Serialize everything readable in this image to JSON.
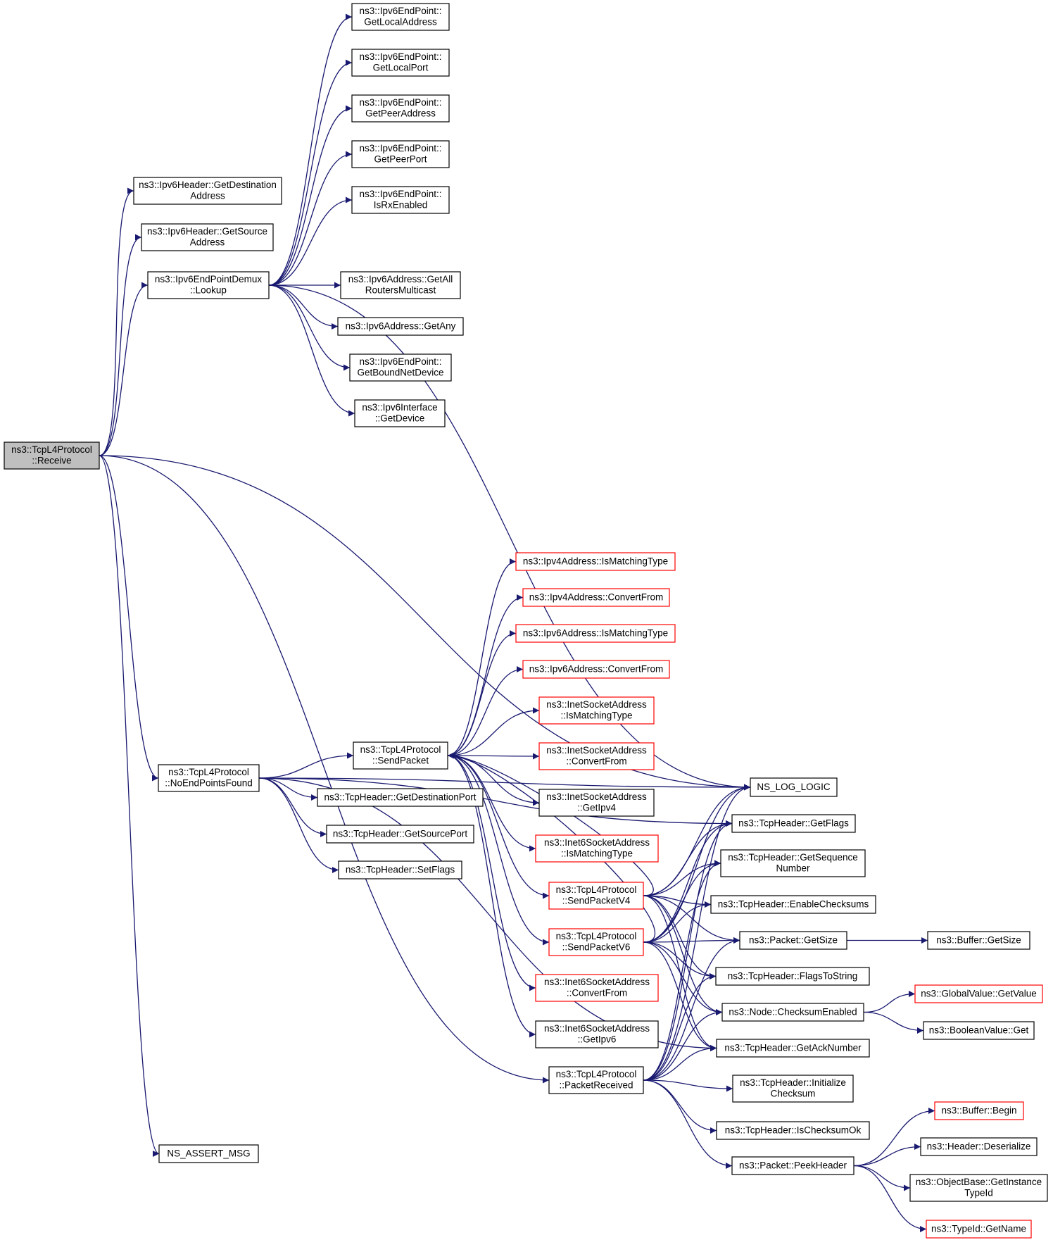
{
  "colors": {
    "edge": "#191970",
    "box_border_default": "#000000",
    "box_border_truncated": "#ff0000",
    "root_fill": "#bfbfbf",
    "box_fill": "#ffffff"
  },
  "nodes": [
    {
      "id": "root",
      "lines": [
        "ns3::TcpL4Protocol",
        "::Receive"
      ],
      "style": "root"
    },
    {
      "id": "v6hdr_dst",
      "lines": [
        "ns3::Ipv6Header::GetDestination",
        "Address"
      ],
      "style": "normal"
    },
    {
      "id": "v6hdr_src",
      "lines": [
        "ns3::Ipv6Header::GetSource",
        "Address"
      ],
      "style": "normal"
    },
    {
      "id": "demux_lookup",
      "lines": [
        "ns3::Ipv6EndPointDemux",
        "::Lookup"
      ],
      "style": "normal"
    },
    {
      "id": "ep_localaddr",
      "lines": [
        "ns3::Ipv6EndPoint::",
        "GetLocalAddress"
      ],
      "style": "normal"
    },
    {
      "id": "ep_localport",
      "lines": [
        "ns3::Ipv6EndPoint::",
        "GetLocalPort"
      ],
      "style": "normal"
    },
    {
      "id": "ep_peeraddr",
      "lines": [
        "ns3::Ipv6EndPoint::",
        "GetPeerAddress"
      ],
      "style": "normal"
    },
    {
      "id": "ep_peerport",
      "lines": [
        "ns3::Ipv6EndPoint::",
        "GetPeerPort"
      ],
      "style": "normal"
    },
    {
      "id": "ep_rxenabled",
      "lines": [
        "ns3::Ipv6EndPoint::",
        "IsRxEnabled"
      ],
      "style": "normal"
    },
    {
      "id": "v6addr_allrouters",
      "lines": [
        "ns3::Ipv6Address::GetAll",
        "RoutersMulticast"
      ],
      "style": "normal"
    },
    {
      "id": "v6addr_any",
      "lines": [
        "ns3::Ipv6Address::GetAny"
      ],
      "style": "normal"
    },
    {
      "id": "ep_boundnetdevice",
      "lines": [
        "ns3::Ipv6EndPoint::",
        "GetBoundNetDevice"
      ],
      "style": "normal"
    },
    {
      "id": "v6if_getdevice",
      "lines": [
        "ns3::Ipv6Interface",
        "::GetDevice"
      ],
      "style": "normal"
    },
    {
      "id": "ns_log_logic",
      "lines": [
        "NS_LOG_LOGIC"
      ],
      "style": "normal"
    },
    {
      "id": "noendpointsfound",
      "lines": [
        "ns3::TcpL4Protocol",
        "::NoEndPointsFound"
      ],
      "style": "normal"
    },
    {
      "id": "sendpacket",
      "lines": [
        "ns3::TcpL4Protocol",
        "::SendPacket"
      ],
      "style": "normal"
    },
    {
      "id": "tcphdr_dstport",
      "lines": [
        "ns3::TcpHeader::GetDestinationPort"
      ],
      "style": "normal"
    },
    {
      "id": "tcphdr_srcport",
      "lines": [
        "ns3::TcpHeader::GetSourcePort"
      ],
      "style": "normal"
    },
    {
      "id": "tcphdr_setflags",
      "lines": [
        "ns3::TcpHeader::SetFlags"
      ],
      "style": "normal"
    },
    {
      "id": "v4addr_ismatching",
      "lines": [
        "ns3::Ipv4Address::IsMatchingType"
      ],
      "style": "truncated"
    },
    {
      "id": "v4addr_convert",
      "lines": [
        "ns3::Ipv4Address::ConvertFrom"
      ],
      "style": "truncated"
    },
    {
      "id": "v6addr_ismatching",
      "lines": [
        "ns3::Ipv6Address::IsMatchingType"
      ],
      "style": "truncated"
    },
    {
      "id": "v6addr_convert",
      "lines": [
        "ns3::Ipv6Address::ConvertFrom"
      ],
      "style": "truncated"
    },
    {
      "id": "inetsock_ismatching",
      "lines": [
        "ns3::InetSocketAddress",
        "::IsMatchingType"
      ],
      "style": "truncated"
    },
    {
      "id": "inetsock_convert",
      "lines": [
        "ns3::InetSocketAddress",
        "::ConvertFrom"
      ],
      "style": "truncated"
    },
    {
      "id": "inetsock_getipv4",
      "lines": [
        "ns3::InetSocketAddress",
        "::GetIpv4"
      ],
      "style": "normal"
    },
    {
      "id": "inet6sock_ismatching",
      "lines": [
        "ns3::Inet6SocketAddress",
        "::IsMatchingType"
      ],
      "style": "truncated"
    },
    {
      "id": "sendpacketv4",
      "lines": [
        "ns3::TcpL4Protocol",
        "::SendPacketV4"
      ],
      "style": "truncated"
    },
    {
      "id": "sendpacketv6",
      "lines": [
        "ns3::TcpL4Protocol",
        "::SendPacketV6"
      ],
      "style": "truncated"
    },
    {
      "id": "inet6sock_convert",
      "lines": [
        "ns3::Inet6SocketAddress",
        "::ConvertFrom"
      ],
      "style": "truncated"
    },
    {
      "id": "inet6sock_getipv6",
      "lines": [
        "ns3::Inet6SocketAddress",
        "::GetIpv6"
      ],
      "style": "normal"
    },
    {
      "id": "packetreceived",
      "lines": [
        "ns3::TcpL4Protocol",
        "::PacketReceived"
      ],
      "style": "normal"
    },
    {
      "id": "ns_assert_msg",
      "lines": [
        "NS_ASSERT_MSG"
      ],
      "style": "normal"
    },
    {
      "id": "tcphdr_getflags",
      "lines": [
        "ns3::TcpHeader::GetFlags"
      ],
      "style": "normal"
    },
    {
      "id": "tcphdr_getseq",
      "lines": [
        "ns3::TcpHeader::GetSequence",
        "Number"
      ],
      "style": "normal"
    },
    {
      "id": "tcphdr_enablechecksums",
      "lines": [
        "ns3::TcpHeader::EnableChecksums"
      ],
      "style": "normal"
    },
    {
      "id": "packet_getsize",
      "lines": [
        "ns3::Packet::GetSize"
      ],
      "style": "normal"
    },
    {
      "id": "buffer_getsize",
      "lines": [
        "ns3::Buffer::GetSize"
      ],
      "style": "normal"
    },
    {
      "id": "tcphdr_flagstostring",
      "lines": [
        "ns3::TcpHeader::FlagsToString"
      ],
      "style": "normal"
    },
    {
      "id": "node_checksumenabled",
      "lines": [
        "ns3::Node::ChecksumEnabled"
      ],
      "style": "normal"
    },
    {
      "id": "globalvalue_getvalue",
      "lines": [
        "ns3::GlobalValue::GetValue"
      ],
      "style": "truncated"
    },
    {
      "id": "booleanvalue_get",
      "lines": [
        "ns3::BooleanValue::Get"
      ],
      "style": "normal"
    },
    {
      "id": "tcphdr_getacknumber",
      "lines": [
        "ns3::TcpHeader::GetAckNumber"
      ],
      "style": "normal"
    },
    {
      "id": "tcphdr_initchecksum",
      "lines": [
        "ns3::TcpHeader::Initialize",
        "Checksum"
      ],
      "style": "normal"
    },
    {
      "id": "tcphdr_ischecksumok",
      "lines": [
        "ns3::TcpHeader::IsChecksumOk"
      ],
      "style": "normal"
    },
    {
      "id": "packet_peekheader",
      "lines": [
        "ns3::Packet::PeekHeader"
      ],
      "style": "normal"
    },
    {
      "id": "buffer_begin",
      "lines": [
        "ns3::Buffer::Begin"
      ],
      "style": "truncated"
    },
    {
      "id": "header_deserialize",
      "lines": [
        "ns3::Header::Deserialize"
      ],
      "style": "normal"
    },
    {
      "id": "objectbase_getinstancetypeid",
      "lines": [
        "ns3::ObjectBase::GetInstance",
        "TypeId"
      ],
      "style": "normal"
    },
    {
      "id": "typeid_getname",
      "lines": [
        "ns3::TypeId::GetName"
      ],
      "style": "truncated"
    }
  ],
  "edges": [
    [
      "root",
      "v6hdr_dst"
    ],
    [
      "root",
      "v6hdr_src"
    ],
    [
      "root",
      "demux_lookup"
    ],
    [
      "root",
      "ns_log_logic"
    ],
    [
      "root",
      "noendpointsfound"
    ],
    [
      "root",
      "packetreceived"
    ],
    [
      "root",
      "ns_assert_msg"
    ],
    [
      "demux_lookup",
      "ep_localaddr"
    ],
    [
      "demux_lookup",
      "ep_localport"
    ],
    [
      "demux_lookup",
      "ep_peeraddr"
    ],
    [
      "demux_lookup",
      "ep_peerport"
    ],
    [
      "demux_lookup",
      "ep_rxenabled"
    ],
    [
      "demux_lookup",
      "v6addr_allrouters"
    ],
    [
      "demux_lookup",
      "v6addr_any"
    ],
    [
      "demux_lookup",
      "ep_boundnetdevice"
    ],
    [
      "demux_lookup",
      "v6if_getdevice"
    ],
    [
      "demux_lookup",
      "ns_log_logic"
    ],
    [
      "noendpointsfound",
      "sendpacket"
    ],
    [
      "noendpointsfound",
      "tcphdr_dstport"
    ],
    [
      "noendpointsfound",
      "tcphdr_srcport"
    ],
    [
      "noendpointsfound",
      "tcphdr_setflags"
    ],
    [
      "noendpointsfound",
      "ns_log_logic"
    ],
    [
      "noendpointsfound",
      "tcphdr_getflags"
    ],
    [
      "noendpointsfound",
      "tcphdr_getacknumber"
    ],
    [
      "sendpacket",
      "v4addr_ismatching"
    ],
    [
      "sendpacket",
      "v4addr_convert"
    ],
    [
      "sendpacket",
      "v6addr_ismatching"
    ],
    [
      "sendpacket",
      "v6addr_convert"
    ],
    [
      "sendpacket",
      "inetsock_ismatching"
    ],
    [
      "sendpacket",
      "inetsock_convert"
    ],
    [
      "sendpacket",
      "inetsock_getipv4"
    ],
    [
      "sendpacket",
      "inet6sock_ismatching"
    ],
    [
      "sendpacket",
      "sendpacketv4"
    ],
    [
      "sendpacket",
      "sendpacketv6"
    ],
    [
      "sendpacket",
      "inet6sock_convert"
    ],
    [
      "sendpacket",
      "inet6sock_getipv6"
    ],
    [
      "sendpacketv4",
      "ns_log_logic"
    ],
    [
      "sendpacketv4",
      "tcphdr_getflags"
    ],
    [
      "sendpacketv4",
      "tcphdr_getseq"
    ],
    [
      "sendpacketv4",
      "tcphdr_enablechecksums"
    ],
    [
      "sendpacketv4",
      "packet_getsize"
    ],
    [
      "sendpacketv4",
      "tcphdr_flagstostring"
    ],
    [
      "sendpacketv4",
      "node_checksumenabled"
    ],
    [
      "sendpacketv4",
      "tcphdr_getacknumber"
    ],
    [
      "sendpacketv4",
      "sendpacket"
    ],
    [
      "sendpacketv6",
      "ns_log_logic"
    ],
    [
      "sendpacketv6",
      "tcphdr_getflags"
    ],
    [
      "sendpacketv6",
      "tcphdr_getseq"
    ],
    [
      "sendpacketv6",
      "tcphdr_enablechecksums"
    ],
    [
      "sendpacketv6",
      "packet_getsize"
    ],
    [
      "sendpacketv6",
      "tcphdr_flagstostring"
    ],
    [
      "sendpacketv6",
      "node_checksumenabled"
    ],
    [
      "sendpacketv6",
      "tcphdr_getacknumber"
    ],
    [
      "sendpacketv6",
      "sendpacket"
    ],
    [
      "packetreceived",
      "ns_log_logic"
    ],
    [
      "packetreceived",
      "tcphdr_getflags"
    ],
    [
      "packetreceived",
      "tcphdr_getseq"
    ],
    [
      "packetreceived",
      "packet_getsize"
    ],
    [
      "packetreceived",
      "tcphdr_flagstostring"
    ],
    [
      "packetreceived",
      "node_checksumenabled"
    ],
    [
      "packetreceived",
      "tcphdr_getacknumber"
    ],
    [
      "packetreceived",
      "tcphdr_initchecksum"
    ],
    [
      "packetreceived",
      "tcphdr_ischecksumok"
    ],
    [
      "packetreceived",
      "packet_peekheader"
    ],
    [
      "packet_getsize",
      "buffer_getsize"
    ],
    [
      "node_checksumenabled",
      "globalvalue_getvalue"
    ],
    [
      "node_checksumenabled",
      "booleanvalue_get"
    ],
    [
      "packet_peekheader",
      "buffer_begin"
    ],
    [
      "packet_peekheader",
      "header_deserialize"
    ],
    [
      "packet_peekheader",
      "objectbase_getinstancetypeid"
    ],
    [
      "packet_peekheader",
      "typeid_getname"
    ]
  ]
}
